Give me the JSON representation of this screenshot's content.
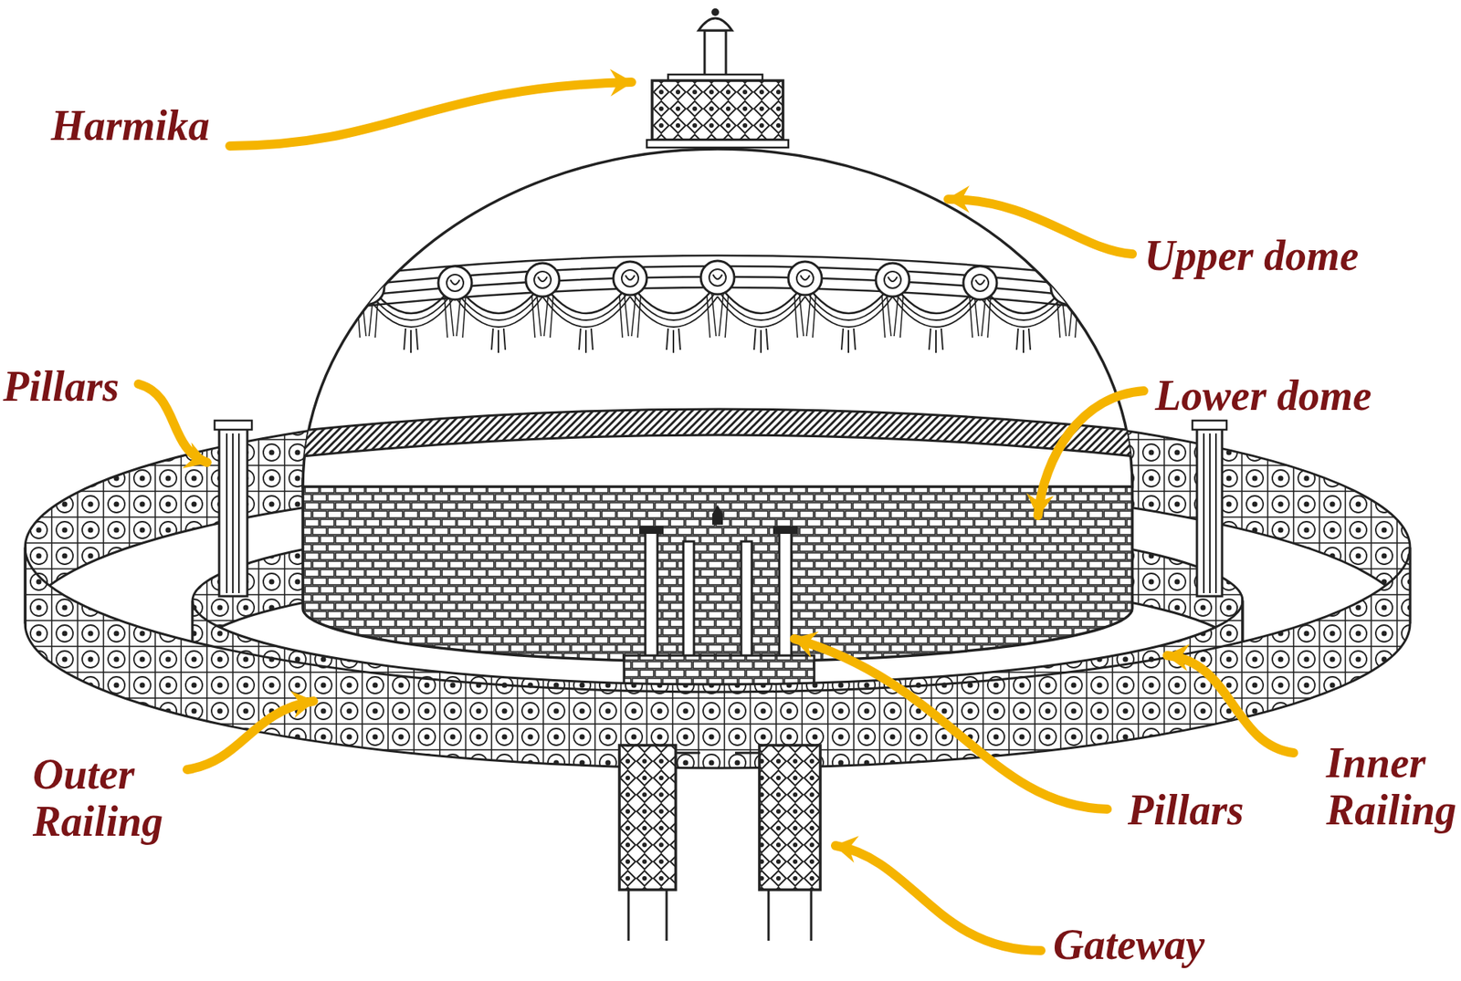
{
  "diagram": {
    "labels": [
      "Harmika",
      "Upper dome",
      "Pillars",
      "Lower dome",
      "Outer Railing",
      "Pillars",
      "Inner Railing",
      "Gateway"
    ]
  }
}
